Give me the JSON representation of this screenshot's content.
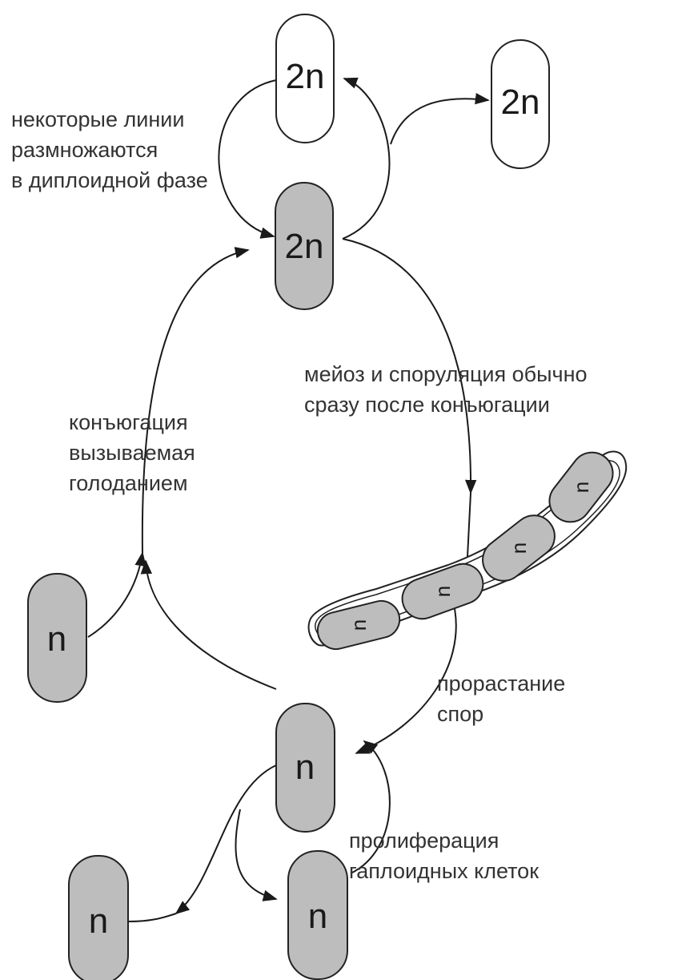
{
  "colors": {
    "diploid_top_fill": "#ffffff",
    "gray_cell_fill": "#bdbdbd",
    "stroke": "#222222",
    "text": "#333333"
  },
  "cells": {
    "diploid_top": "2n",
    "diploid_right": "2n",
    "diploid_zygote": "2n",
    "haploid_left": "n",
    "haploid_center": "n",
    "haploid_bottom_left": "n",
    "haploid_bottom_right": "n"
  },
  "ascus": {
    "spores": [
      "n",
      "n",
      "n",
      "n"
    ]
  },
  "captions": {
    "diploid_lines": [
      "некоторые линии",
      "размножаются",
      "в диплоидной фазе"
    ],
    "meiosis": [
      "мейоз и споруляция обычно",
      "сразу после конъюгации"
    ],
    "conjugation": [
      "конъюгация",
      "вызываемая",
      "голоданием"
    ],
    "germination": [
      "прорастание",
      "спор"
    ],
    "proliferation": [
      "пролиферация",
      "гаплоидных клеток"
    ]
  }
}
